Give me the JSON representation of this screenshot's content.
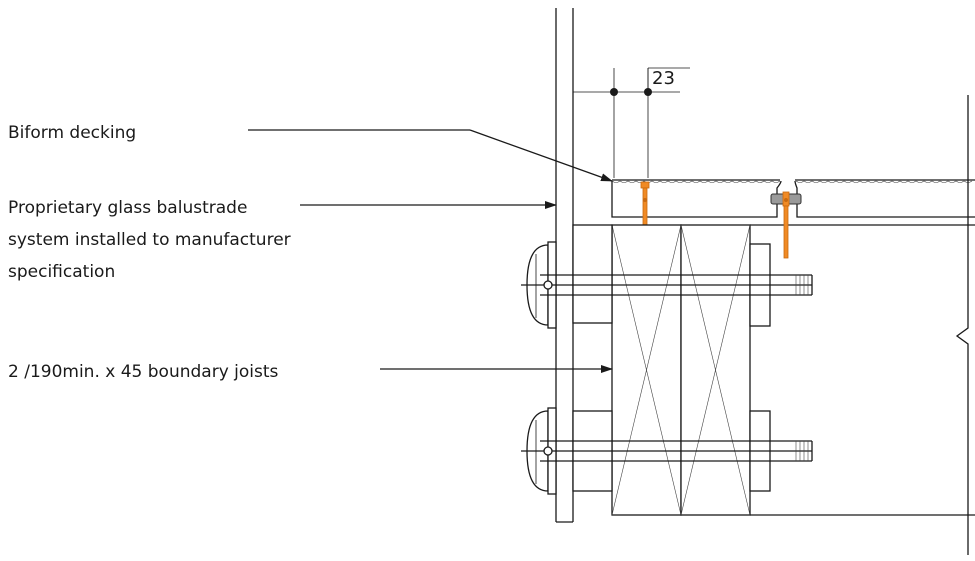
{
  "labels": {
    "decking": "Biform decking",
    "balustrade_line1": "Proprietary glass balustrade",
    "balustrade_line2": "system installed to manufacturer",
    "balustrade_line3": "specification",
    "joists": "2 /190min. x 45 boundary joists"
  },
  "dimension": {
    "value": "23"
  },
  "colors": {
    "line": "#1a1a1a",
    "screw": "#f08a24",
    "clip": "#9a9a9a"
  }
}
